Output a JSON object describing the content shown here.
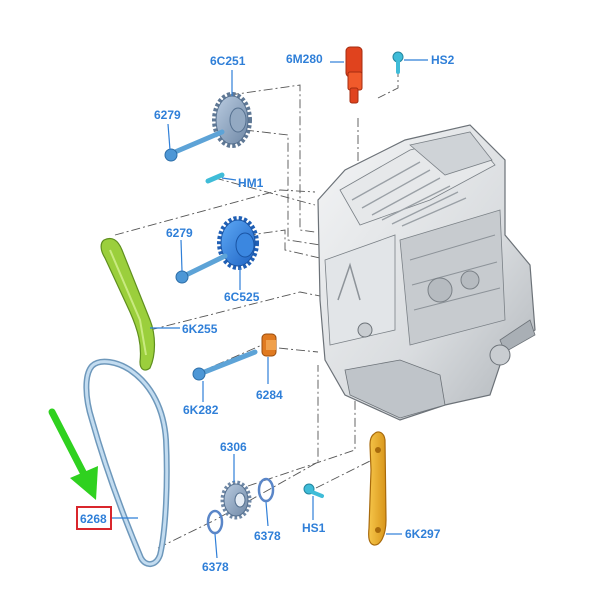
{
  "parts": {
    "p6C251": "6C251",
    "p6M280": "6M280",
    "pHS2": "HS2",
    "p6279a": "6279",
    "pHM1": "HM1",
    "p6279b": "6279",
    "p6C525": "6C525",
    "p6K255": "6K255",
    "p6284": "6284",
    "p6K282": "6K282",
    "p6306": "6306",
    "p6268": "6268",
    "pHS1": "HS1",
    "p6K297": "6K297",
    "p6378a": "6378",
    "p6378b": "6378"
  },
  "highlighted_part": "6268",
  "colors": {
    "label": "#2f7fd8",
    "highlight_box": "#d9262c",
    "arrow": "#2fd11f",
    "sensor": "#e0431e",
    "guide_green": "#9bcf3c",
    "tensioner_guide": "#f0b21d",
    "sprocket_gray": "#8aa3be",
    "sprocket_blue": "#2d7ee0",
    "chain": "#9cc3e2"
  }
}
